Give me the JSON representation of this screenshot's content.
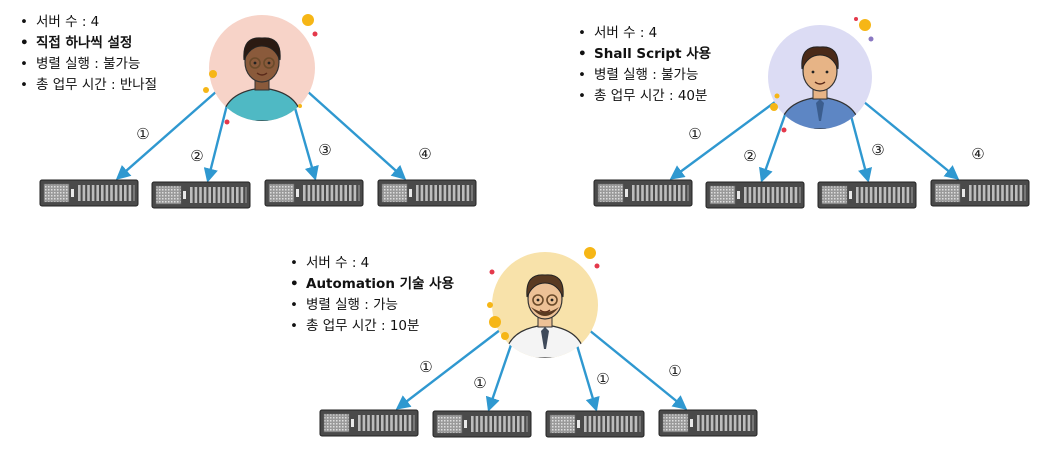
{
  "groups": [
    {
      "bullets": [
        "서버 수 : 4",
        "직접 하나씩 설정",
        "병렬 실행 : 불가능",
        "총 업무 시간 : 반나절"
      ],
      "bold": [
        1
      ],
      "arrow_labels": [
        "①",
        "②",
        "③",
        "④"
      ],
      "person": {
        "icon": "person-curly-hair-glasses-icon",
        "bg": "#f7d3c8",
        "shirt": "#4fb9c4",
        "skin": "#8a5a3b",
        "hair": "#2b1a12"
      }
    },
    {
      "bullets": [
        "서버 수 : 4",
        "Shall Script 사용",
        "병렬 실행 : 불가능",
        "총 업무 시간 : 40분"
      ],
      "bold": [
        1
      ],
      "arrow_labels": [
        "①",
        "②",
        "③",
        "④"
      ],
      "person": {
        "icon": "person-businessman-icon",
        "bg": "#dcdcf4",
        "shirt": "#5d86c4",
        "skin": "#e7b486",
        "hair": "#4a2a18"
      }
    },
    {
      "bullets": [
        "서버 수 : 4",
        "Automation 기술 사용",
        "병렬 실행 : 가능",
        "총 업무 시간 : 10분"
      ],
      "bold": [
        1
      ],
      "arrow_labels": [
        "①",
        "①",
        "①",
        "①"
      ],
      "person": {
        "icon": "person-bearded-glasses-icon",
        "bg": "#f8e2aa",
        "shirt": "#f4f4f4",
        "skin": "#edc196",
        "hair": "#5a3a22"
      }
    }
  ],
  "colors": {
    "arrow": "#2f98d0",
    "server_body": "#4a4a4a",
    "server_panel": "#bdbdbd",
    "dot_yellow": "#f6b616",
    "dot_red": "#e4394b",
    "dot_purple": "#8a78c2"
  }
}
